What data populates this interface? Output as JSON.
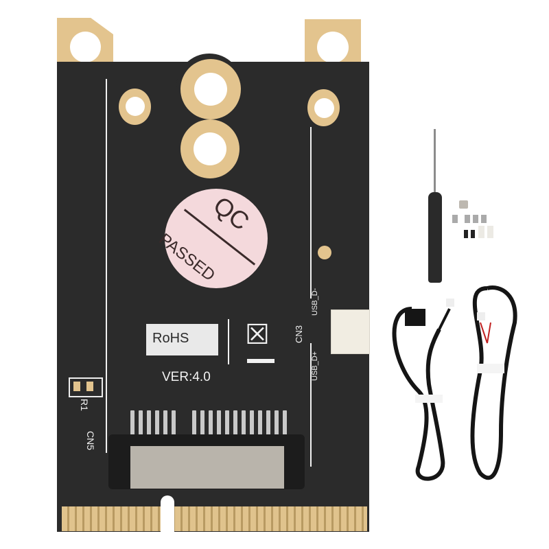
{
  "scene": {
    "description": "Product photo of a Mini PCIe adapter card with screwdriver, screws and two cables on white background",
    "background_color": "#ffffff"
  },
  "pcb": {
    "color": "#2b2b2b",
    "gold_color": "#e3c48e",
    "sticker": {
      "line1": "QC",
      "line2": "PASSED",
      "color": "#f4d9dc"
    },
    "rohs_label": "RoHS",
    "version_label": "VER:4.0",
    "connector_label": "CN3",
    "usb_minus_label": "USB_D-",
    "usb_plus_label": "USB_D+",
    "resistor_label": "R1",
    "cn5_label": "CN5"
  },
  "accessories": {
    "screwdriver": "screwdriver",
    "screws_count": 8,
    "standoff": "standoff",
    "cables": [
      "4-pin cable with black header",
      "2-wire cable with white connector"
    ]
  }
}
